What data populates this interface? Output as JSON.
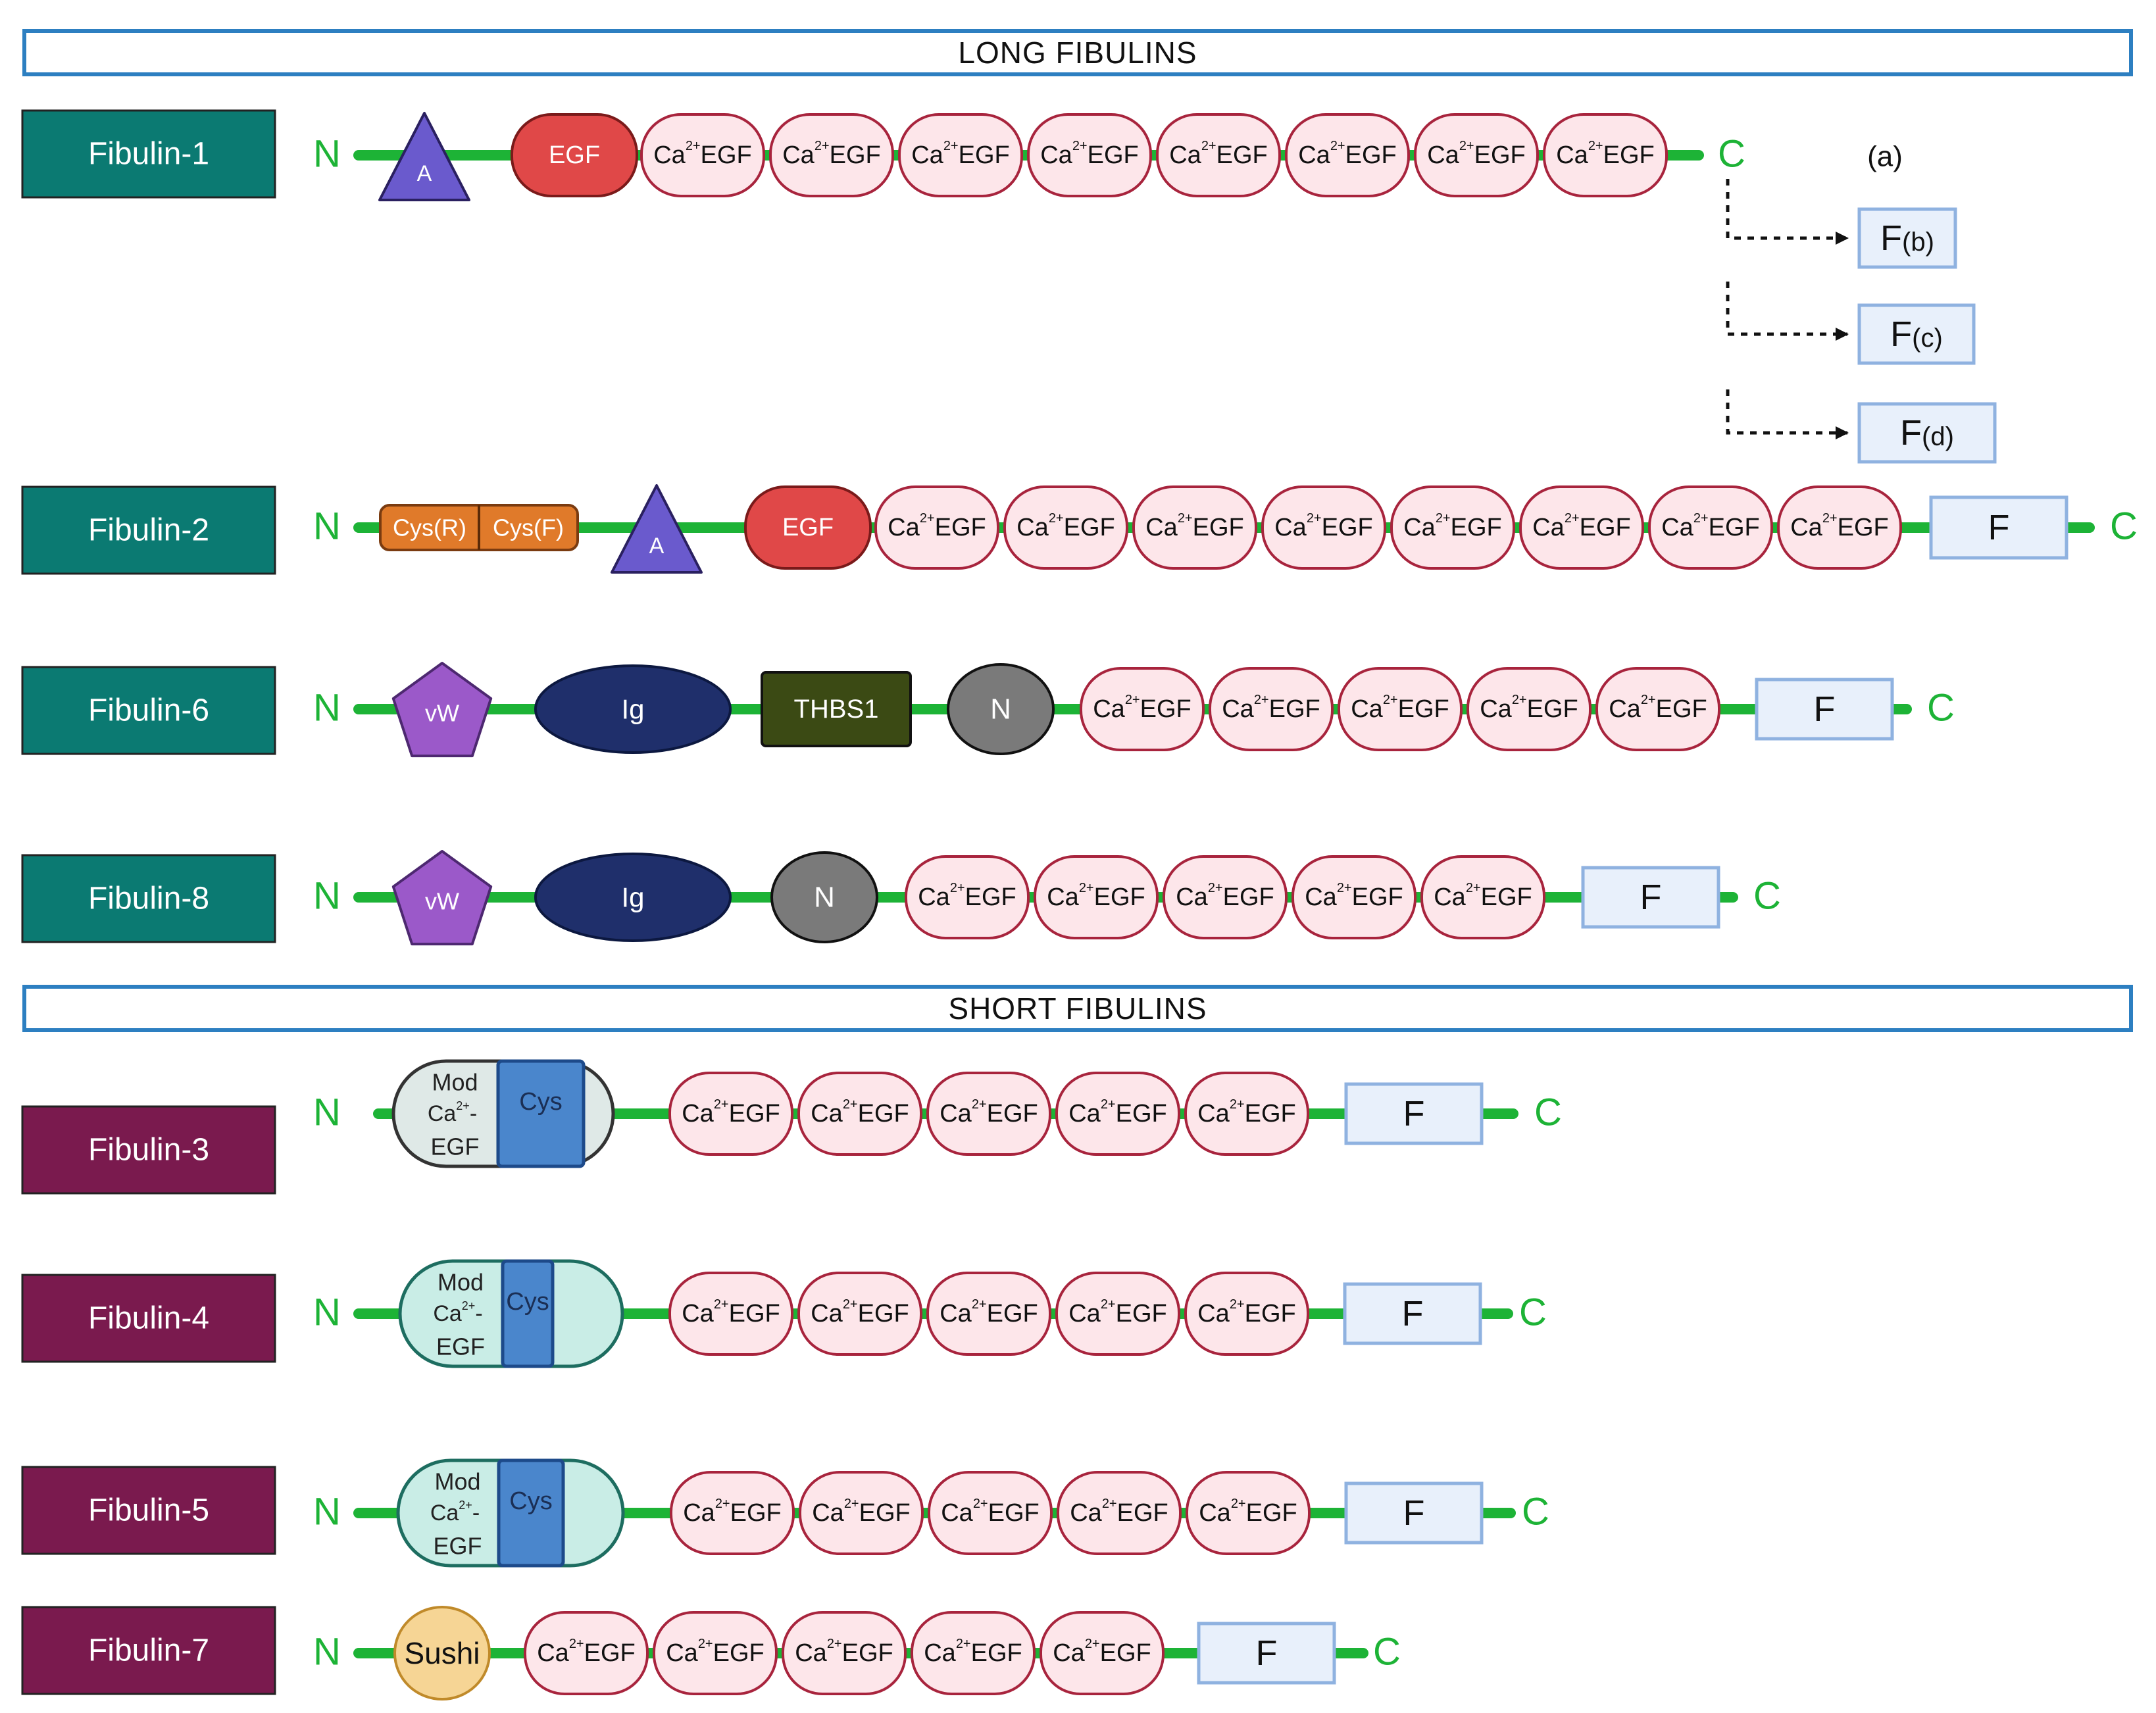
{
  "headers": {
    "long": "LONG FIBULINS",
    "short": "SHORT FIBULINS"
  },
  "terminal_labels": {
    "n": "N",
    "c": "C"
  },
  "domain_text": {
    "ca_egf": "Ca",
    "ca_egf_sup": "2+",
    "ca_egf_rest": "EGF",
    "egf": "EGF",
    "a": "A",
    "vw": "vW",
    "ig": "Ig",
    "thbs1": "THBS1",
    "n_domain": "N",
    "f": "F",
    "cys_r": "Cys(R)",
    "cys_f": "Cys(F)",
    "sushi": "Sushi",
    "mod": "Mod",
    "mod_ca": "Ca",
    "mod_ca_sup": "2+",
    "mod_ca_dash": "-",
    "mod_egf": "EGF",
    "cys": "Cys"
  },
  "variants": {
    "label": "(a)",
    "items": [
      "(b)",
      "(c)",
      "(d)"
    ]
  },
  "proteins": [
    {
      "name": "Fibulin-1",
      "group": "long",
      "domains": [
        "A",
        "EGF",
        "Ca2+EGF",
        "Ca2+EGF",
        "Ca2+EGF",
        "Ca2+EGF",
        "Ca2+EGF",
        "Ca2+EGF",
        "Ca2+EGF",
        "Ca2+EGF"
      ]
    },
    {
      "name": "Fibulin-2",
      "group": "long",
      "domains": [
        "Cys(R)",
        "Cys(F)",
        "A",
        "EGF",
        "Ca2+EGF",
        "Ca2+EGF",
        "Ca2+EGF",
        "Ca2+EGF",
        "Ca2+EGF",
        "Ca2+EGF",
        "Ca2+EGF",
        "Ca2+EGF",
        "F"
      ]
    },
    {
      "name": "Fibulin-6",
      "group": "long",
      "domains": [
        "vW",
        "Ig",
        "THBS1",
        "N",
        "Ca2+EGF",
        "Ca2+EGF",
        "Ca2+EGF",
        "Ca2+EGF",
        "Ca2+EGF",
        "F"
      ]
    },
    {
      "name": "Fibulin-8",
      "group": "long",
      "domains": [
        "vW",
        "Ig",
        "N",
        "Ca2+EGF",
        "Ca2+EGF",
        "Ca2+EGF",
        "Ca2+EGF",
        "Ca2+EGF",
        "F"
      ]
    },
    {
      "name": "Fibulin-3",
      "group": "short",
      "domains": [
        "Mod Ca2+-EGF / Cys",
        "Ca2+EGF",
        "Ca2+EGF",
        "Ca2+EGF",
        "Ca2+EGF",
        "Ca2+EGF",
        "F"
      ]
    },
    {
      "name": "Fibulin-4",
      "group": "short",
      "domains": [
        "Mod Ca2+-EGF / Cys",
        "Ca2+EGF",
        "Ca2+EGF",
        "Ca2+EGF",
        "Ca2+EGF",
        "Ca2+EGF",
        "F"
      ]
    },
    {
      "name": "Fibulin-5",
      "group": "short",
      "domains": [
        "Mod Ca2+-EGF / Cys",
        "Ca2+EGF",
        "Ca2+EGF",
        "Ca2+EGF",
        "Ca2+EGF",
        "Ca2+EGF",
        "F"
      ]
    },
    {
      "name": "Fibulin-7",
      "group": "short",
      "domains": [
        "Sushi",
        "Ca2+EGF",
        "Ca2+EGF",
        "Ca2+EGF",
        "Ca2+EGF",
        "Ca2+EGF",
        "F"
      ]
    }
  ],
  "colors": {
    "long_label_bg": "#0b7a72",
    "short_label_bg": "#7a1a4e",
    "backbone": "#1db336",
    "terminal_text": "#1db336",
    "ca_egf_fill": "#fde6ea",
    "ca_egf_stroke": "#a8243d",
    "egf_fill": "#e04848",
    "a_fill": "#6a5acd",
    "vw_fill": "#9b59c9",
    "ig_fill": "#1f2f6b",
    "thbs1_fill": "#3b4a14",
    "n_fill": "#7a7a7a",
    "f_fill": "#e8f0fb",
    "f_stroke": "#8fb2e0",
    "cys_fill": "#e07a2a",
    "sushi_fill": "#f6d595",
    "mod3_fill": "#dfe9e7",
    "mod45_fill": "#c9ede6",
    "cys_box_fill": "#4a86cc",
    "header_border": "#2d7fc1"
  }
}
